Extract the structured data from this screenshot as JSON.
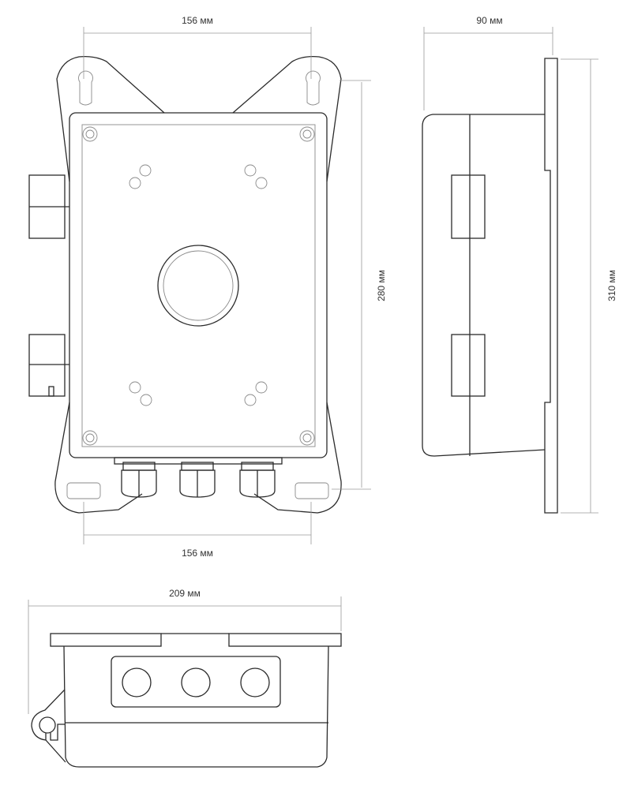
{
  "dimensions": {
    "front_top_width": "156 мм",
    "front_bottom_width": "156 мм",
    "front_height": "280 мм",
    "side_depth": "90 мм",
    "side_height": "310 мм",
    "bottom_width": "209 мм"
  },
  "colors": {
    "line": "#2b2b2b",
    "dimension": "#9a9a9a"
  }
}
